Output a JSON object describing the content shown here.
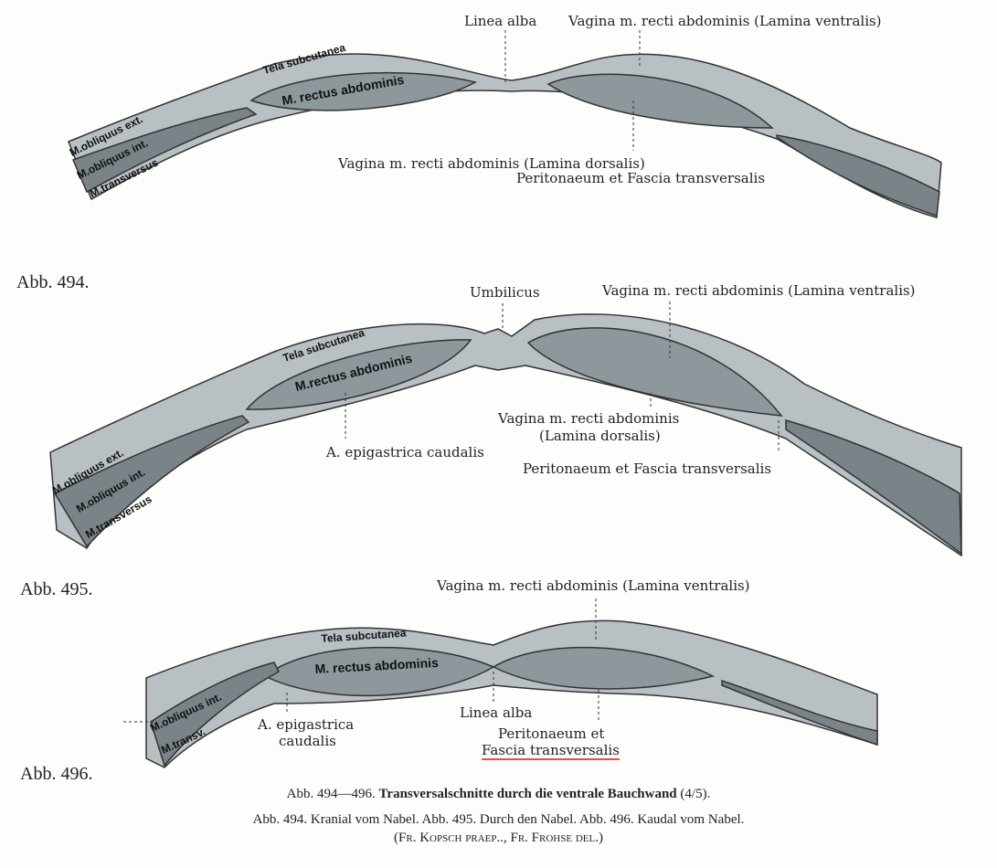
{
  "fig494": {
    "number": "Abb. 494.",
    "linea_alba": "Linea alba",
    "lamina_ventralis": "Vagina m. recti abdominis (Lamina ventralis)",
    "tela": "Tela subcutanea",
    "rectus": "M. rectus abdominis",
    "obl_ext": "M.obliquus ext.",
    "obl_int": "M.obliquus int.",
    "transversus": "M.transversus",
    "lamina_dorsalis": "Vagina m. recti abdominis (Lamina dorsalis)",
    "peritonaeum": "Peritonaeum et Fascia transversalis"
  },
  "fig495": {
    "number": "Abb. 495.",
    "umbilicus": "Umbilicus",
    "lamina_ventralis": "Vagina m. recti abdominis (Lamina ventralis)",
    "tela": "Tela subcutanea",
    "rectus": "M.rectus abdominis",
    "obl_ext": "M.obliquus ext.",
    "obl_int": "M.obliquus int.",
    "transversus": "M.transversus",
    "epigastrica": "A. epigastrica caudalis",
    "lamina_dorsalis_1": "Vagina m. recti abdominis",
    "lamina_dorsalis_2": "(Lamina dorsalis)",
    "peritonaeum": "Peritonaeum et Fascia transversalis"
  },
  "fig496": {
    "number": "Abb. 496.",
    "lamina_ventralis": "Vagina m. recti abdominis (Lamina ventralis)",
    "tela": "Tela subcutanea",
    "rectus": "M. rectus abdominis",
    "obl_int": "M.obliquus int.",
    "transversus": "M.transv.",
    "epigastrica_1": "A. epigastrica",
    "epigastrica_2": "caudalis",
    "linea_alba": "Linea alba",
    "peritonaeum_1": "Peritonaeum et",
    "peritonaeum_2": "Fascia transversalis"
  },
  "caption": {
    "prefix": "Abb. 494—496.",
    "title": "Transversalschnitte durch die ventrale Bauchwand",
    "scale": "(4/5).",
    "line2": "Abb. 494. Kranial vom Nabel. Abb. 495. Durch den Nabel. Abb. 496. Kaudal vom Nabel.",
    "line3": "(Fr. Kopsch praep.., Fr. Frohse del.)"
  }
}
